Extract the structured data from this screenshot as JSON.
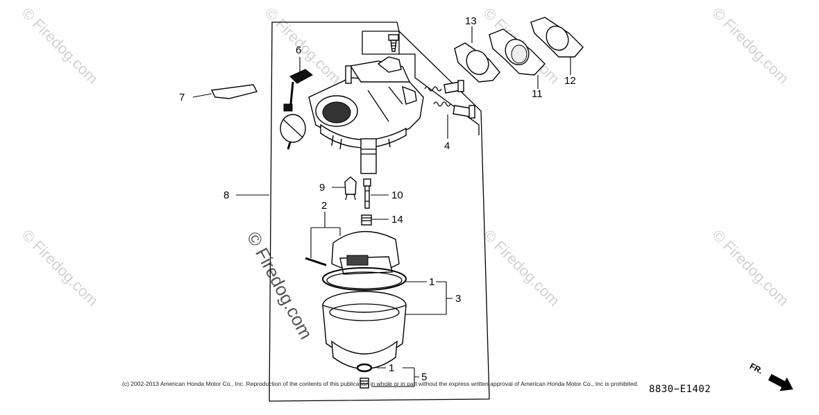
{
  "diagram": {
    "watermark_text": "© Firedog.com",
    "callouts": {
      "c1a": "1",
      "c1b": "1",
      "c2": "2",
      "c3": "3",
      "c4": "4",
      "c5": "5",
      "c6": "6",
      "c7": "7",
      "c8": "8",
      "c9": "9",
      "c10": "10",
      "c11": "11",
      "c12": "12",
      "c13": "13",
      "c14": "14"
    },
    "copyright": "(c) 2002-2013 American Honda Motor Co., Inc. Reproduction of the contents of this publication in whole or in part without the express written approval of American Honda Motor Co., Inc is prohibited.",
    "diagram_code": "8830−E1402",
    "direction_label": "FR."
  }
}
